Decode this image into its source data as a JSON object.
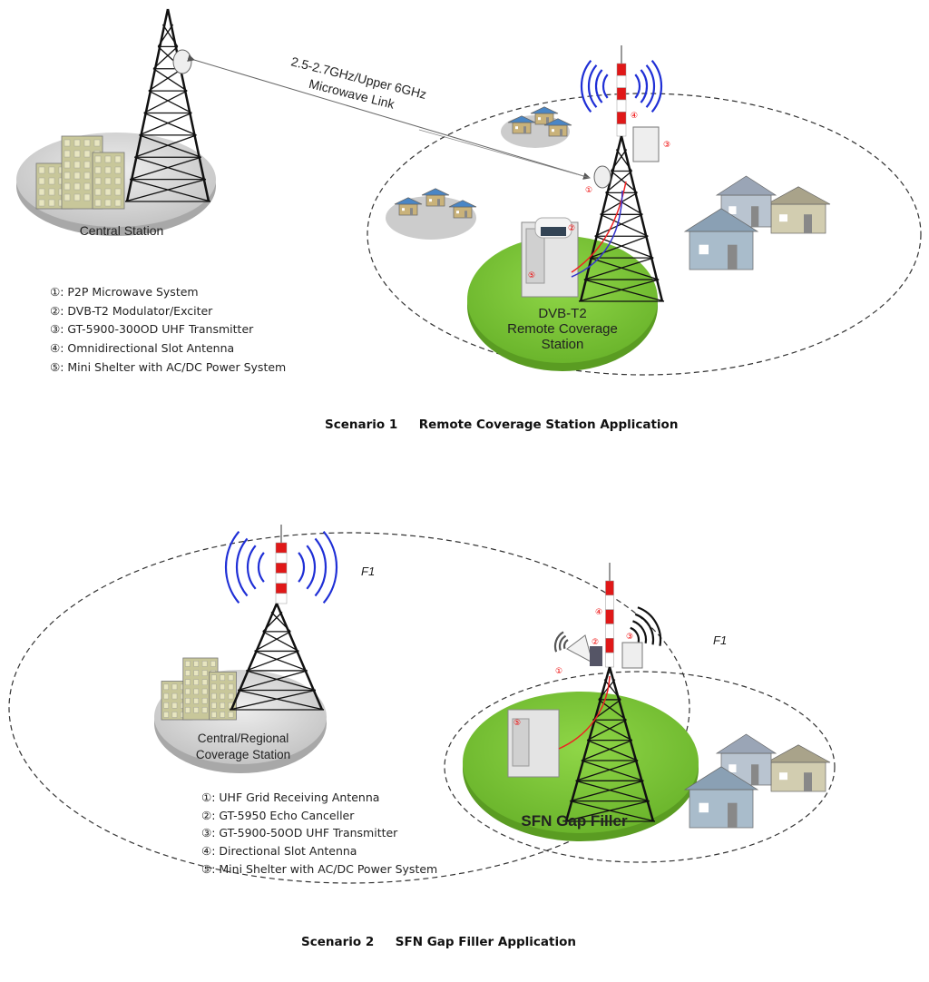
{
  "scenario1": {
    "link_label_line1": "2.5-2.7GHz/Upper 6GHz",
    "link_label_line2": "Microwave Link",
    "central_station": "Central Station",
    "remote_station": [
      "DVB-T2",
      "Remote Coverage",
      "Station"
    ],
    "markers": [
      "①",
      "②",
      "③",
      "④",
      "⑤"
    ],
    "legend": [
      "①: P2P Microwave System",
      "②: DVB-T2 Modulator/Exciter",
      "③: GT-5900-300OD UHF Transmitter",
      "④: Omnidirectional Slot Antenna",
      "⑤: Mini Shelter with AC/DC Power System"
    ],
    "caption": "Scenario 1     Remote Coverage Station Application"
  },
  "scenario2": {
    "central_station": [
      "Central/Regional",
      "Coverage Station"
    ],
    "freq_label_1": "F1",
    "freq_label_2": "F1",
    "gap_filler": "SFN Gap Filler",
    "markers": [
      "①",
      "②",
      "③",
      "④",
      "⑤"
    ],
    "legend": [
      "①: UHF Grid Receiving Antenna",
      "②: GT-5950 Echo Canceller",
      "③: GT-5900-50OD UHF Transmitter",
      "④: Directional Slot Antenna",
      "⑤: Mini Shelter with AC/DC Power System"
    ],
    "caption": "Scenario 2     SFN Gap Filler Application"
  },
  "colors": {
    "coverage_disc": "#7dc93a",
    "central_disc": "#d6d6d6",
    "radio_waves": "#1f2fd6",
    "antenna_red": "#e01818",
    "marker_red": "#e00000"
  }
}
